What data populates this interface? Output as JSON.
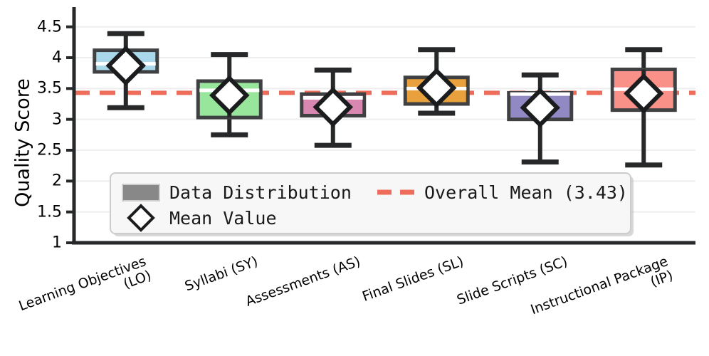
{
  "chart_data": {
    "type": "box",
    "title": "",
    "xlabel": "",
    "ylabel": "Quality Score",
    "ylim": [
      1,
      4.75
    ],
    "yticks": [
      "1",
      "1.5",
      "2",
      "2.5",
      "3",
      "3.5",
      "4",
      "4.5"
    ],
    "ytick_values": [
      1,
      1.5,
      2,
      2.5,
      3,
      3.5,
      4,
      4.5
    ],
    "grid": "y-only",
    "categories": [
      "Learning Objectives\n(LO)",
      "Syllabi (SY)",
      "Assessments (AS)",
      "Final Slides (SL)",
      "Slide Scripts (SC)",
      "Instructional Package\n(IP)"
    ],
    "overall_mean": 3.43,
    "overall_mean_label": "Overall Mean (3.43)",
    "boxes": [
      {
        "category": "Learning Objectives (LO)",
        "code": "LO",
        "whisker_low": 3.19,
        "q1": 3.77,
        "median": 3.9,
        "q3": 4.12,
        "whisker_high": 4.39,
        "mean": 3.87,
        "color": "#a8d8ea"
      },
      {
        "category": "Syllabi (SY)",
        "code": "SY",
        "whisker_low": 2.75,
        "q1": 3.03,
        "median": 3.47,
        "q3": 3.62,
        "whisker_high": 4.05,
        "mean": 3.39,
        "color": "#98e69b"
      },
      {
        "category": "Assessments (AS)",
        "code": "AS",
        "whisker_low": 2.58,
        "q1": 3.06,
        "median": 3.35,
        "q3": 3.41,
        "whisker_high": 3.8,
        "mean": 3.2,
        "color": "#d887b0"
      },
      {
        "category": "Final Slides (SL)",
        "code": "SL",
        "whisker_low": 3.1,
        "q1": 3.25,
        "median": 3.5,
        "q3": 3.68,
        "whisker_high": 4.13,
        "mean": 3.51,
        "color": "#e8a13c"
      },
      {
        "category": "Slide Scripts (SC)",
        "code": "SC",
        "whisker_low": 2.31,
        "q1": 3.0,
        "median": 3.41,
        "q3": 3.43,
        "whisker_high": 3.72,
        "mean": 3.19,
        "color": "#9189c4"
      },
      {
        "category": "Instructional Package (IP)",
        "code": "IP",
        "whisker_low": 2.26,
        "q1": 3.15,
        "median": 3.49,
        "q3": 3.81,
        "whisker_high": 4.13,
        "mean": 3.42,
        "color": "#fa9189"
      }
    ],
    "legend": {
      "position": "lower-left-inside",
      "entries": [
        {
          "label": "Data Distribution",
          "marker": "patch",
          "color": "#888888"
        },
        {
          "label": "Overall Mean (3.43)",
          "marker": "dashed-line",
          "color": "#ee6c5a"
        },
        {
          "label": "Mean Value",
          "marker": "diamond",
          "color": "#ffffff"
        }
      ]
    },
    "style": {
      "mean_line_color": "#ee6c5a",
      "box_edge_color": "#3f4042",
      "whisker_color": "#262829",
      "grid_color": "#eeeeee",
      "axis_color": "#262829",
      "median_color": "#ffffff"
    }
  }
}
